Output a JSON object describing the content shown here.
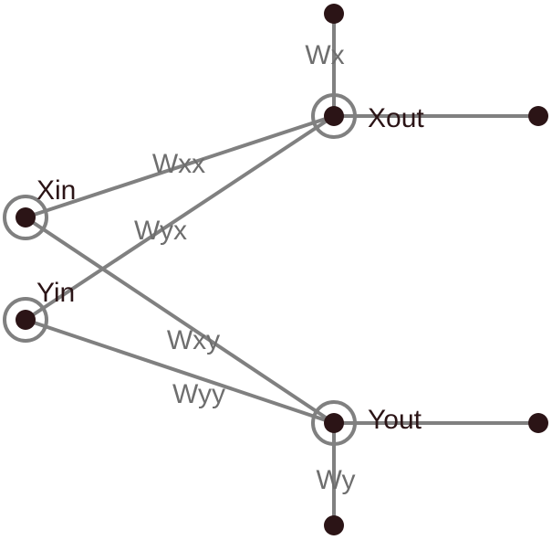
{
  "diagram": {
    "nodes": {
      "xin": "Xin",
      "yin": "Yin",
      "xout": "Xout",
      "yout": "Yout"
    },
    "weights": {
      "wx": "Wx",
      "wy": "Wy",
      "wxx": "Wxx",
      "wyx": "Wyx",
      "wxy": "Wxy",
      "wyy": "Wyy"
    },
    "colors": {
      "edge": "#808080",
      "dot": "#2b1416",
      "node_text": "#2b1416",
      "weight_text": "#6e6e6e",
      "background": "#ffffff"
    }
  }
}
